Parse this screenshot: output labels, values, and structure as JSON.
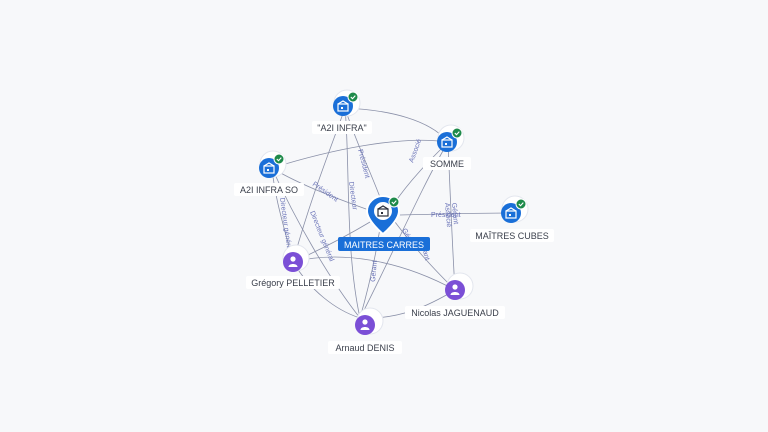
{
  "colors": {
    "company": "#1a6fd8",
    "person": "#7b4fd6",
    "check": "#1e8a4a",
    "edge": "#8a90a8",
    "edge_label": "#6a73b8",
    "selected_label_bg": "#1a6fd8"
  },
  "nodes": {
    "maitres_carres": {
      "label": "MAITRES CARRES",
      "type": "company",
      "icon": "building-icon",
      "verified": true,
      "selected": true
    },
    "a2i_infra": {
      "label": "\"A2I INFRA\"",
      "type": "company",
      "icon": "building-icon",
      "verified": true
    },
    "a2i_infra_so": {
      "label": "A2I INFRA SO",
      "type": "company",
      "icon": "building-icon",
      "verified": true
    },
    "somme": {
      "label": "SOMME",
      "type": "company",
      "icon": "building-icon",
      "verified": true
    },
    "maitres_cubes": {
      "label": "MAÎTRES CUBES",
      "type": "company",
      "icon": "building-icon",
      "verified": true
    },
    "gregory": {
      "label": "Grégory PELLETIER",
      "type": "person",
      "icon": "person-icon"
    },
    "nicolas": {
      "label": "Nicolas JAGUENAUD",
      "type": "person",
      "icon": "person-icon"
    },
    "arnaud": {
      "label": "Arnaud DENIS",
      "type": "person",
      "icon": "person-icon"
    }
  },
  "edge_labels": {
    "president_a2i": "Président",
    "president_so": "Président",
    "associe_somme": "Associé",
    "gerant_somme": "Gérant",
    "president_cubes": "Président",
    "associe_cubes": "Associé",
    "gerant_cubes": "Gérant",
    "directeur_general_greg": "Directeur général",
    "directeur_general_so": "Directeur général",
    "gerant_arnaud": "Gérant",
    "gerant_nicolas": "Gérant",
    "directeur_a2i": "Directeur"
  }
}
